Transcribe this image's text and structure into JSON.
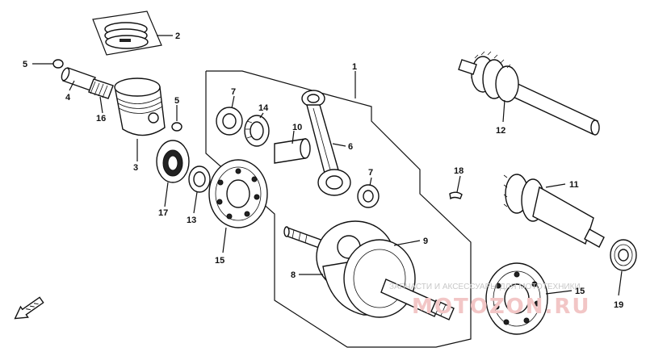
{
  "callouts": {
    "c1": "1",
    "c2": "2",
    "c3": "3",
    "c4": "4",
    "c5a": "5",
    "c5b": "5",
    "c6": "6",
    "c7a": "7",
    "c7b": "7",
    "c8": "8",
    "c9": "9",
    "c10": "10",
    "c11": "11",
    "c12": "12",
    "c13": "13",
    "c14": "14",
    "c15a": "15",
    "c15b": "15",
    "c16": "16",
    "c17": "17",
    "c18": "18",
    "c19": "19"
  },
  "watermark": {
    "caption": "ЗАПЧАСТИ И АКСЕССУАРЫ ДЛЯ МОТОТЕХНИКИ",
    "logo": "MOTOZON.RU"
  },
  "icons": {
    "front_arrow": "front-arrow-icon"
  }
}
